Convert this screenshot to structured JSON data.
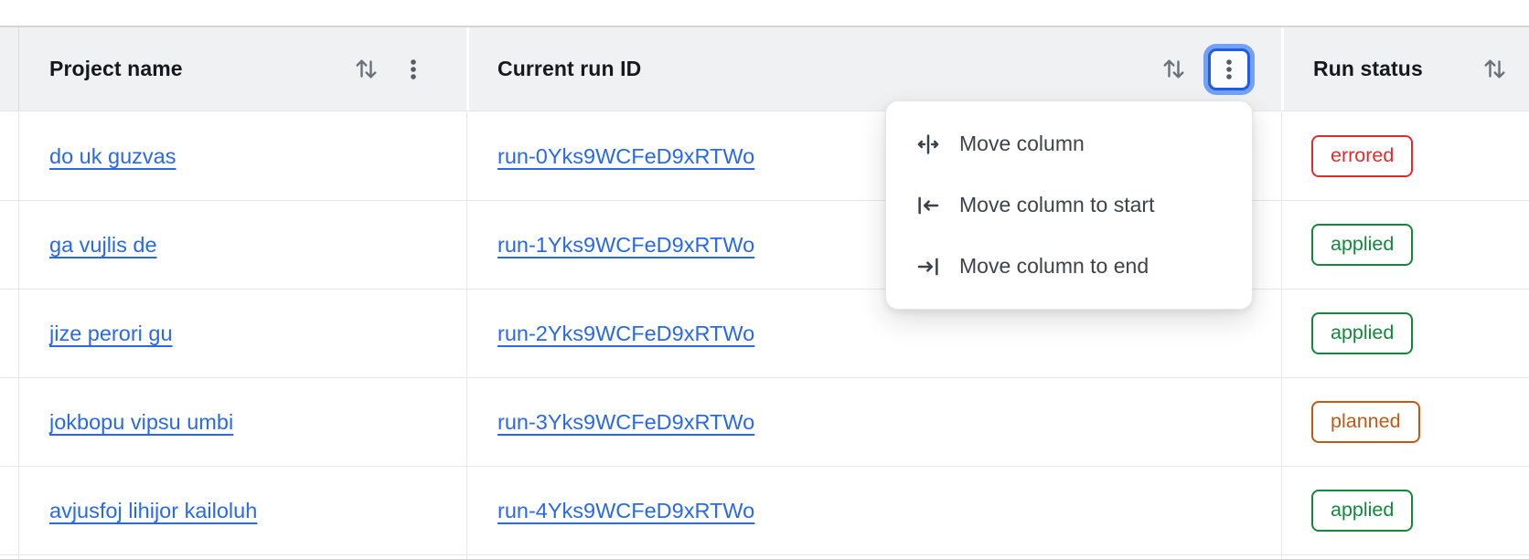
{
  "table": {
    "columns": [
      {
        "label": "Project name",
        "sort_icon": "sort-arrows-icon",
        "menu_icon": "kebab-icon"
      },
      {
        "label": "Current run ID",
        "sort_icon": "sort-arrows-icon",
        "menu_icon": "kebab-icon",
        "menu_button_focused": true
      },
      {
        "label": "Run status",
        "sort_icon": "sort-arrows-icon"
      }
    ],
    "rows": [
      {
        "project": "do uk guzvas",
        "run_id": "run-0Yks9WCFeD9xRTWo",
        "status": "errored"
      },
      {
        "project": "ga vujlis de",
        "run_id": "run-1Yks9WCFeD9xRTWo",
        "status": "applied"
      },
      {
        "project": "jize perori gu",
        "run_id": "run-2Yks9WCFeD9xRTWo",
        "status": "applied"
      },
      {
        "project": "jokbopu vipsu umbi",
        "run_id": "run-3Yks9WCFeD9xRTWo",
        "status": "planned"
      },
      {
        "project": "avjusfoj lihijor kailoluh",
        "run_id": "run-4Yks9WCFeD9xRTWo",
        "status": "applied"
      }
    ]
  },
  "context_menu": {
    "items": [
      {
        "icon": "move-column-icon",
        "label": "Move column"
      },
      {
        "icon": "move-column-to-start-icon",
        "label": "Move column to start"
      },
      {
        "icon": "move-column-to-end-icon",
        "label": "Move column to end"
      }
    ]
  },
  "colors": {
    "link": "#2969e6",
    "header_background": "#eff1f3",
    "status_errored": "#df2d2d",
    "status_applied": "#13873c",
    "status_planned": "#bf5a12",
    "focus_ring_inner": "#1f5de8",
    "focus_ring_outer": "#74a1f4"
  }
}
